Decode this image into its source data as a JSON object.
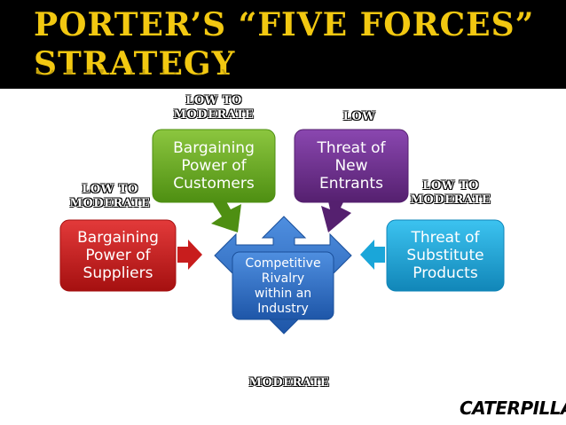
{
  "slide": {
    "title_line1": "PORTER’S “FIVE FORCES”",
    "title_line2": "STRATEGY"
  },
  "boxes": {
    "customers": {
      "lines": [
        "Bargaining",
        "Power of",
        "Customers"
      ],
      "color": "#6fae1c"
    },
    "entrants": {
      "lines": [
        "Threat of",
        "New",
        "Entrants"
      ],
      "color": "#6f2d91"
    },
    "suppliers": {
      "lines": [
        "Bargaining",
        "Power of",
        "Suppliers"
      ],
      "color": "#c81d1d"
    },
    "substitutes": {
      "lines": [
        "Threat of",
        "Substitute",
        "Products"
      ],
      "color": "#1aa6d9"
    },
    "rivalry": {
      "lines": [
        "Competitive",
        "Rivalry",
        "within an",
        "Industry"
      ],
      "color": "#2f6fc9"
    }
  },
  "levels": {
    "customers": [
      "LOW TO",
      "MODERATE"
    ],
    "entrants": [
      "LOW"
    ],
    "suppliers": [
      "LOW TO",
      "MODERATE"
    ],
    "substitutes": [
      "LOW TO",
      "MODERATE"
    ],
    "rivalry": [
      "MODERATE"
    ]
  },
  "logo": {
    "text": "CATERPILLAR"
  }
}
